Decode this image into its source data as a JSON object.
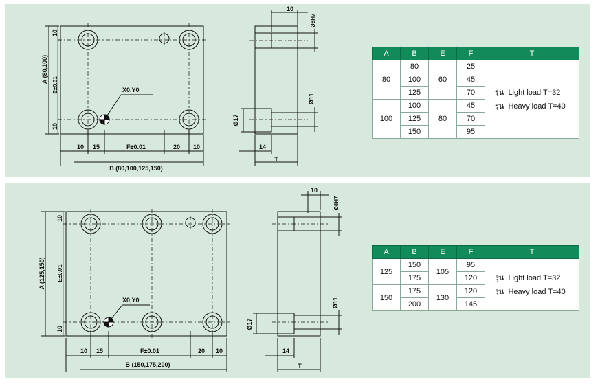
{
  "colors": {
    "panel_bg": "#d6e9dc",
    "header_bg": "#138a5a",
    "line": "#111111"
  },
  "panel_top": {
    "front_view": {
      "dim_height": "A (80,100)",
      "dim_e": "E±0.01",
      "dim_top": "10",
      "dim_bottom": "10",
      "origin": "X0,Y0",
      "dim_bottom_row": [
        "10",
        "15",
        "F±0.01",
        "20",
        "10"
      ],
      "dim_width": "B (80,100,125,150)"
    },
    "side_view": {
      "dim_top": "10",
      "dim_bore": "Ø8H7",
      "dim_pin": "Ø11",
      "dim_head": "Ø17",
      "dim_bottom": "14",
      "dim_t": "T"
    },
    "table": {
      "headers": [
        "A",
        "B",
        "E",
        "F",
        "T"
      ],
      "groups": [
        {
          "A": "80",
          "E": "60",
          "rows": [
            {
              "B": "80",
              "F": "25"
            },
            {
              "B": "100",
              "F": "45"
            },
            {
              "B": "125",
              "F": "70"
            }
          ]
        },
        {
          "A": "100",
          "E": "80",
          "rows": [
            {
              "B": "100",
              "F": "45"
            },
            {
              "B": "125",
              "F": "70"
            },
            {
              "B": "150",
              "F": "95"
            }
          ]
        }
      ],
      "notes": [
        {
          "prefix": "รุ่น",
          "text": "Light load T=32"
        },
        {
          "prefix": "รุ่น",
          "text": "Heavy load T=40"
        }
      ]
    }
  },
  "panel_bottom": {
    "front_view": {
      "dim_height": "A (125,150)",
      "dim_e": "E±0.01",
      "dim_top": "10",
      "dim_bottom": "10",
      "origin": "X0,Y0",
      "dim_bottom_row": [
        "10",
        "15",
        "F±0.01",
        "20",
        "10"
      ],
      "dim_width": "B (150,175,200)"
    },
    "side_view": {
      "dim_top": "10",
      "dim_bore": "Ø8H7",
      "dim_pin": "Ø11",
      "dim_head": "Ø17",
      "dim_bottom": "14",
      "dim_t": "T"
    },
    "table": {
      "headers": [
        "A",
        "B",
        "E",
        "F",
        "T"
      ],
      "groups": [
        {
          "A": "125",
          "E": "105",
          "rows": [
            {
              "B": "150",
              "F": "95"
            },
            {
              "B": "175",
              "F": "120"
            }
          ]
        },
        {
          "A": "150",
          "E": "130",
          "rows": [
            {
              "B": "175",
              "F": "120"
            },
            {
              "B": "200",
              "F": "145"
            }
          ]
        }
      ],
      "notes": [
        {
          "prefix": "รุ่น",
          "text": "Light load T=32"
        },
        {
          "prefix": "รุ่น",
          "text": "Heavy load T=40"
        }
      ]
    }
  }
}
